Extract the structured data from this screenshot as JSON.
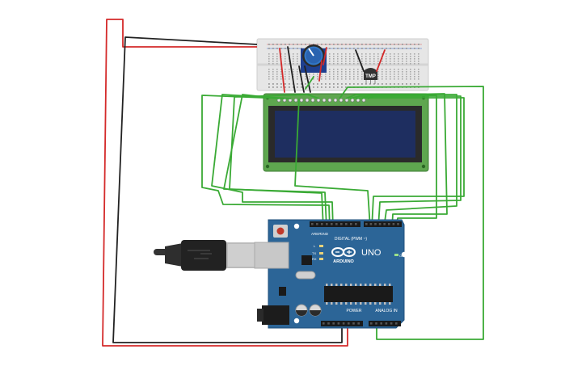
{
  "board": {
    "logo_text": "ARDUINO",
    "model": "UNO",
    "digital_label": "DIGITAL (PWM ~)",
    "power_label": "POWER",
    "analog_label": "ANALOG IN",
    "tx_label": "TX",
    "rx_label": "RX",
    "on_label": "ON",
    "l_label": "L",
    "aref_label": "AREF",
    "gnd_label": "GND"
  },
  "thermistor": {
    "label": "TMP"
  },
  "colors": {
    "wire_red": "#d42a2a",
    "wire_black": "#222222",
    "wire_green": "#3aaa35",
    "board_blue": "#2c6597",
    "lcd_screen": "#1e2e60",
    "lcd_pcb": "#5ea64f"
  }
}
